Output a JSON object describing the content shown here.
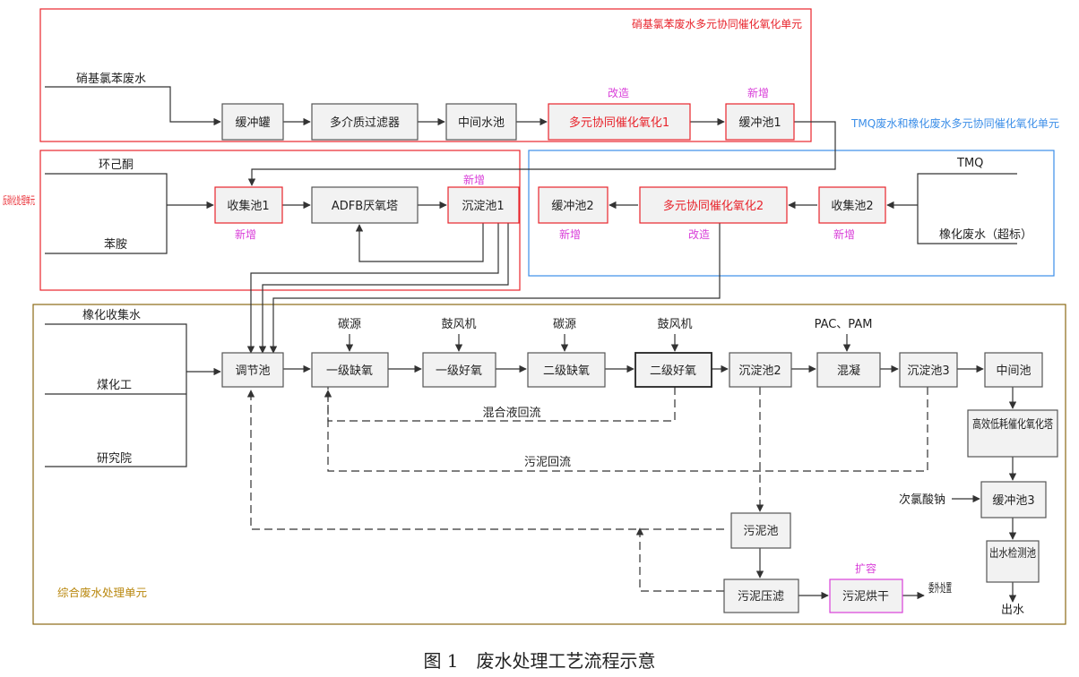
{
  "colors": {
    "red": "#e8242c",
    "blue": "#3b8ee8",
    "olive": "#8b6914",
    "magenta": "#d93fd9",
    "orange_label": "#b8860b",
    "box_fill": "#f2f2f2",
    "line": "#333333"
  },
  "units": {
    "u1": "硝基氯苯废水多元协同催化氧化单元",
    "u2": "TMQ废水和橡化废水多元协同催化氧化单元",
    "u3": "反硝化处理单元",
    "u4": "综合废水处理单元"
  },
  "boxes": {
    "buffer_tank": "缓冲罐",
    "multi_filter": "多介质过滤器",
    "mid_pool1": "中间水池",
    "cat_ox1": "多元协同催化氧化1",
    "buffer1": "缓冲池1",
    "collect1": "收集池1",
    "adfb": "ADFB厌氧塔",
    "settle1": "沉淀池1",
    "buffer2": "缓冲池2",
    "cat_ox2": "多元协同催化氧化2",
    "collect2": "收集池2",
    "regulate": "调节池",
    "anoxic1": "一级缺氧",
    "oxic1": "一级好氧",
    "anoxic2": "二级缺氧",
    "oxic2": "二级好氧",
    "settle2": "沉淀池2",
    "coag": "混凝",
    "settle3": "沉淀池3",
    "mid_pool": "中间池",
    "eff_tower": "高效低耗催化氧化塔",
    "buffer3": "缓冲池3",
    "outlet_check": "出水检测池",
    "sludge_pool": "污泥池",
    "sludge_press": "污泥压滤",
    "sludge_dry": "污泥烘干"
  },
  "labels": {
    "nitro_ww": "硝基氯苯废水",
    "cyclohex": "环己酮",
    "aniline": "苯胺",
    "tmq": "TMQ",
    "rubber_ww": "橡化废水（超标）",
    "rubber_collect": "橡化收集水",
    "coal_chem": "煤化工",
    "institute": "研究院",
    "carbon1": "碳源",
    "blower1": "鼓风机",
    "carbon2": "碳源",
    "blower2": "鼓风机",
    "pac_pam": "PAC、PAM",
    "mixed_return": "混合液回流",
    "sludge_return": "污泥回流",
    "hypochlorite": "次氯酸钠",
    "effluent": "出水",
    "outsource": "委外处置"
  },
  "tags": {
    "modify": "改造",
    "new": "新增",
    "expand": "扩容"
  },
  "caption": "图 1　废水处理工艺流程示意"
}
